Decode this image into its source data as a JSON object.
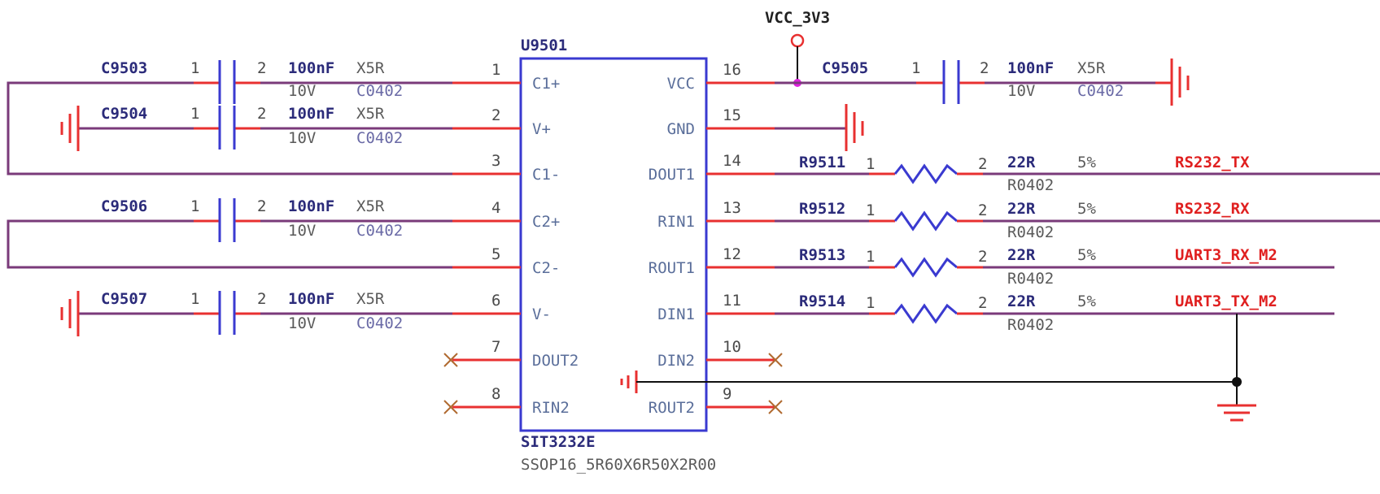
{
  "ic": {
    "ref": "U9501",
    "part": "SIT3232E",
    "package": "SSOP16_5R60X6R50X2R00",
    "left_pins": [
      {
        "num": "1",
        "name": "C1+"
      },
      {
        "num": "2",
        "name": "V+"
      },
      {
        "num": "3",
        "name": "C1-"
      },
      {
        "num": "4",
        "name": "C2+"
      },
      {
        "num": "5",
        "name": "C2-"
      },
      {
        "num": "6",
        "name": "V-"
      },
      {
        "num": "7",
        "name": "DOUT2"
      },
      {
        "num": "8",
        "name": "RIN2"
      }
    ],
    "right_pins": [
      {
        "num": "16",
        "name": "VCC"
      },
      {
        "num": "15",
        "name": "GND"
      },
      {
        "num": "14",
        "name": "DOUT1"
      },
      {
        "num": "13",
        "name": "RIN1"
      },
      {
        "num": "12",
        "name": "ROUT1"
      },
      {
        "num": "11",
        "name": "DIN1"
      },
      {
        "num": "10",
        "name": "DIN2"
      },
      {
        "num": "9",
        "name": "ROUT2"
      }
    ]
  },
  "power": {
    "vcc": "VCC_3V3"
  },
  "caps": [
    {
      "ref": "C9503",
      "p1": "1",
      "p2": "2",
      "value": "100nF",
      "dielectric": "X5R",
      "voltage": "10V",
      "package": "C0402"
    },
    {
      "ref": "C9504",
      "p1": "1",
      "p2": "2",
      "value": "100nF",
      "dielectric": "X5R",
      "voltage": "10V",
      "package": "C0402"
    },
    {
      "ref": "C9506",
      "p1": "1",
      "p2": "2",
      "value": "100nF",
      "dielectric": "X5R",
      "voltage": "10V",
      "package": "C0402"
    },
    {
      "ref": "C9507",
      "p1": "1",
      "p2": "2",
      "value": "100nF",
      "dielectric": "X5R",
      "voltage": "10V",
      "package": "C0402"
    },
    {
      "ref": "C9505",
      "p1": "1",
      "p2": "2",
      "value": "100nF",
      "dielectric": "X5R",
      "voltage": "10V",
      "package": "C0402"
    }
  ],
  "resistors": [
    {
      "ref": "R9511",
      "p1": "1",
      "p2": "2",
      "value": "22R",
      "tolerance": "5%",
      "package": "R0402",
      "net": "RS232_TX"
    },
    {
      "ref": "R9512",
      "p1": "1",
      "p2": "2",
      "value": "22R",
      "tolerance": "5%",
      "package": "R0402",
      "net": "RS232_RX"
    },
    {
      "ref": "R9513",
      "p1": "1",
      "p2": "2",
      "value": "22R",
      "tolerance": "5%",
      "package": "R0402",
      "net": "UART3_RX_M2"
    },
    {
      "ref": "R9514",
      "p1": "1",
      "p2": "2",
      "value": "22R",
      "tolerance": "5%",
      "package": "R0402",
      "net": "UART3_TX_M2"
    }
  ]
}
